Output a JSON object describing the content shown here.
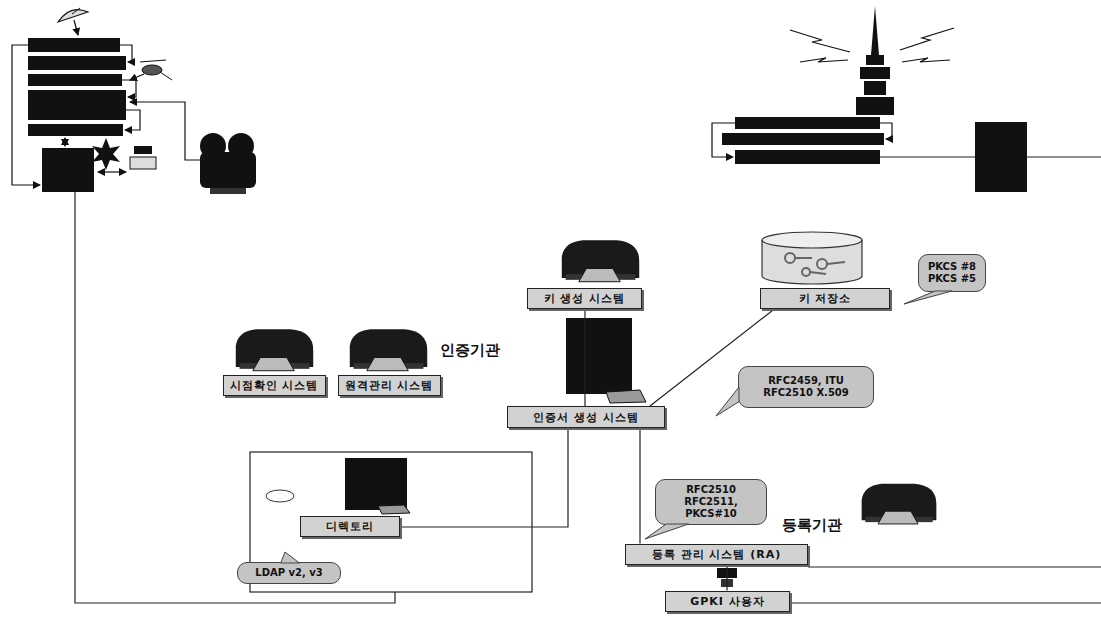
{
  "diagram": {
    "nodes": [
      {
        "text": [
          "키 생성 시스템"
        ]
      },
      {
        "text": [
          "키 저장소"
        ]
      },
      {
        "text": [
          "PKCS #8 PKCS #5"
        ]
      },
      {
        "text": [
          "시점확인 시스템"
        ]
      },
      {
        "text": [
          "원격관리 시스템"
        ]
      },
      {
        "text": [
          "인증서 생성 시스템"
        ]
      },
      {
        "text": [
          "RFC2459, ITU RFC2510 X.509"
        ]
      },
      {
        "text": [
          "디렉토리"
        ]
      },
      {
        "text": [
          "RFC2510 RFC2511, PKCS#10"
        ]
      },
      {
        "text": [
          "LDAP v2, v3"
        ]
      },
      {
        "text": [
          "등록 관리 시스템 (RA)"
        ]
      },
      {
        "text": [
          "GPKI 사용자"
        ]
      }
    ],
    "edges": [
      {
        "from": 0,
        "to": 5,
        "arrow": "none"
      },
      {
        "from": 1,
        "to": 5,
        "arrow": "none"
      },
      {
        "from": 5,
        "to": 10,
        "arrow": "none"
      },
      {
        "from": 10,
        "to": 11,
        "arrow": "none"
      },
      {
        "from": 7,
        "to": 5,
        "arrow": "none"
      }
    ],
    "labels": [
      "인증기관",
      "등록기관"
    ]
  }
}
